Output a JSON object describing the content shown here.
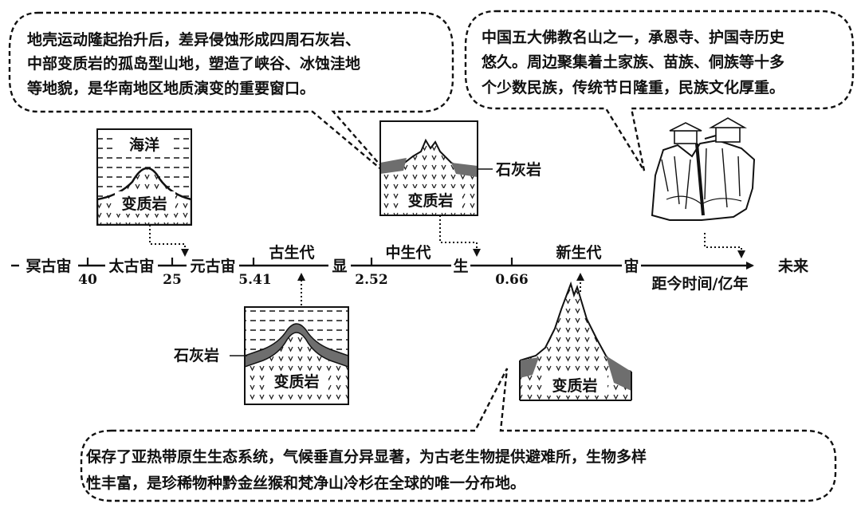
{
  "callouts": {
    "top_left": [
      "地壳运动隆起抬升后，差异侵蚀形成四周石灰岩、",
      "中部变质岩的孤岛型山地，塑造了峡谷、冰蚀洼地",
      "等地貌，是华南地区地质演变的重要窗口。"
    ],
    "top_right": [
      "中国五大佛教名山之一，承恩寺、护国寺历史",
      "悠久。周边聚集着土家族、苗族、侗族等十多",
      "个少数民族，传统节日隆重，民族文化厚重。"
    ],
    "bottom": [
      "保存了亚热带原生生态系统，气候垂直分异显著，为古老生物提供避难所，生物多样",
      "性丰富，是珍稀物种黔金丝猴和梵净山冷杉在全球的唯一分布地。"
    ]
  },
  "timeline": {
    "eons": [
      "冥古宙",
      "太古宙",
      "元古宙"
    ],
    "phanerozoic_chars": [
      "显",
      "生",
      "宙"
    ],
    "eras": [
      "古生代",
      "中生代",
      "新生代"
    ],
    "ticks": [
      "40",
      "25",
      "5.41",
      "2.52",
      "0.66"
    ],
    "axis_label": "距今时间/亿年",
    "future": "未来"
  },
  "panels": {
    "ocean": "海洋",
    "metamorphic": "变质岩",
    "limestone": "石灰岩"
  }
}
